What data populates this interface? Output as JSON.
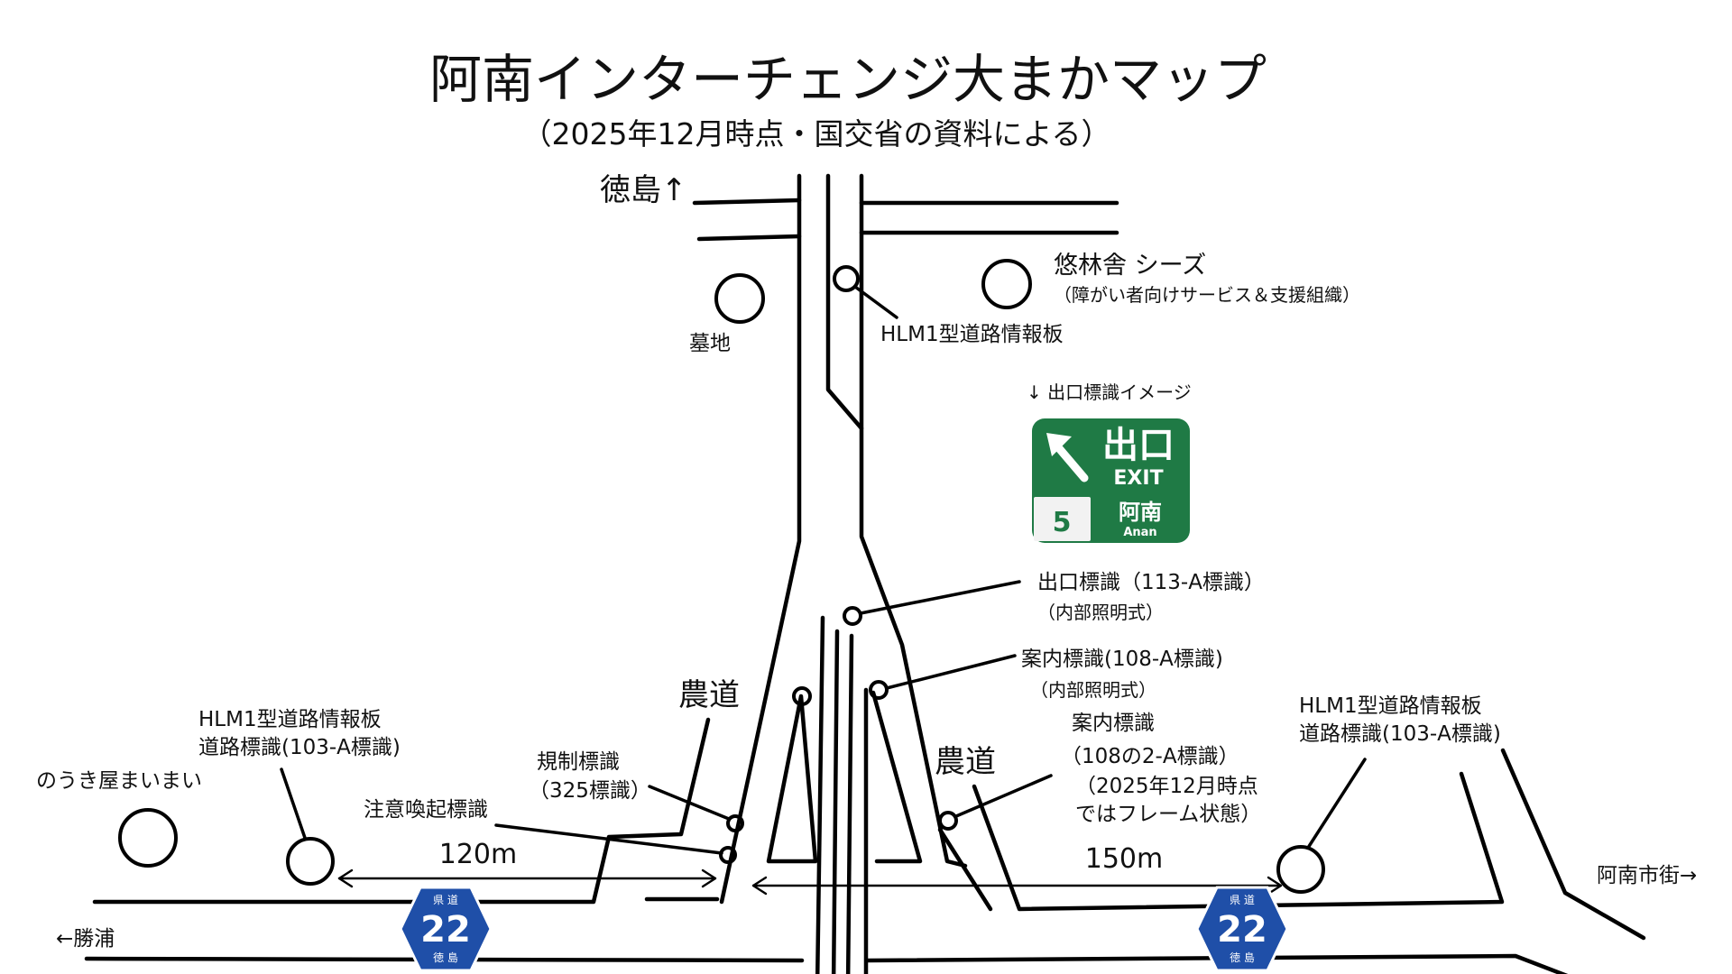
{
  "title": "阿南インターチェンジ大まかマップ",
  "subtitle": "（2025年12月時点・国交省の資料による）",
  "directions": {
    "north": "徳島↑",
    "west": "←勝浦",
    "east": "阿南市街→"
  },
  "places": {
    "cemetery": "墓地",
    "seeds_name": "悠林舎 シーズ",
    "seeds_desc": "（障がい者向けサービス＆支援組織）",
    "noukiya": "のうき屋まいまい"
  },
  "farm_roads": {
    "left": "農道",
    "right": "農道"
  },
  "signs": {
    "hlm_north": "HLM1型道路情報板",
    "exit_image_caption": "↓ 出口標識イメージ",
    "exit_sign_label": "出口標識（113-A標識）",
    "exit_sign_note": "（内部照明式）",
    "guide_sign_label": "案内標識(108-A標識)",
    "guide_sign_note": "（内部照明式）",
    "guide2_line1": "案内標識",
    "guide2_line2": "（108の2-A標識）",
    "guide2_line3": "（2025年12月時点",
    "guide2_line4": "ではフレーム状態）",
    "regulation_line1": "規制標識",
    "regulation_line2": "（325標識）",
    "caution": "注意喚起標識",
    "hlm_west_line1": "HLM1型道路情報板",
    "hlm_west_line2": "道路標識(103-A標識)",
    "hlm_east_line1": "HLM1型道路情報板",
    "hlm_east_line2": "道路標識(103-A標識)"
  },
  "distances": {
    "west": "120m",
    "east": "150m"
  },
  "exit_sign": {
    "text_main": "出口",
    "text_exit": "EXIT",
    "number": "5",
    "name_ja": "阿南",
    "name_en": "Anan",
    "color_green": "#1f7a45",
    "color_light": "#f2f2f2"
  },
  "route_shields": [
    {
      "top": "県 道",
      "number": "22",
      "bottom": "徳 島",
      "color": "#1f4fa8"
    },
    {
      "top": "県 道",
      "number": "22",
      "bottom": "徳 島",
      "color": "#1f4fa8"
    }
  ]
}
